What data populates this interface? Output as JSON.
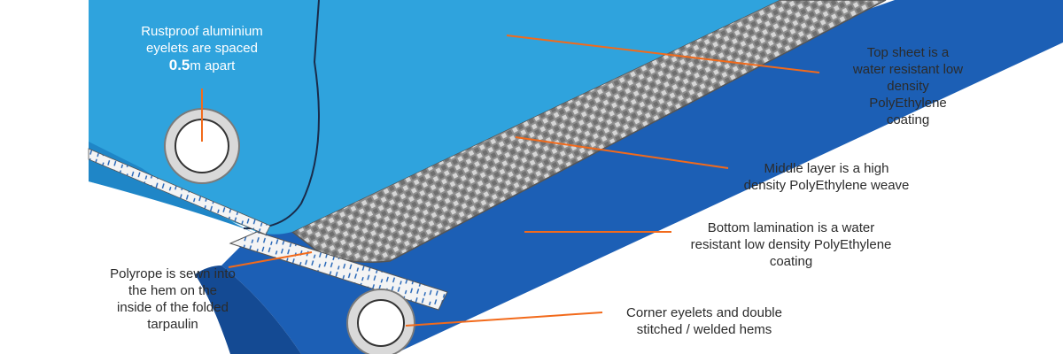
{
  "colors": {
    "top_sheet": "#2fa3dd",
    "top_sheet_shade": "#1f86c7",
    "bottom_layer": "#1c5fb5",
    "bottom_layer_dark": "#144a93",
    "weave": "#9c9c9c",
    "rope": "#f2f2f2",
    "leader": "#f26a1b",
    "text": "#2b2b2b"
  },
  "labels": {
    "eyelets": {
      "line1": "Rustproof aluminium",
      "line2": "eyelets are spaced",
      "value": "0.5",
      "unit_rest": "m apart"
    },
    "top_sheet": [
      "Top sheet is a",
      "water resistant low",
      "density",
      "PolyEthylene",
      "coating"
    ],
    "middle_layer": [
      "Middle layer is a high",
      "density PolyEthylene weave"
    ],
    "bottom_lamination": [
      "Bottom lamination is a water",
      "resistant low density PolyEthylene",
      "coating"
    ],
    "polyrope": [
      "Polyrope is sewn into",
      "the hem on the",
      "inside of the folded",
      "tarpaulin"
    ],
    "corner_eyelets": [
      "Corner eyelets and double",
      "stitched / welded hems"
    ]
  }
}
